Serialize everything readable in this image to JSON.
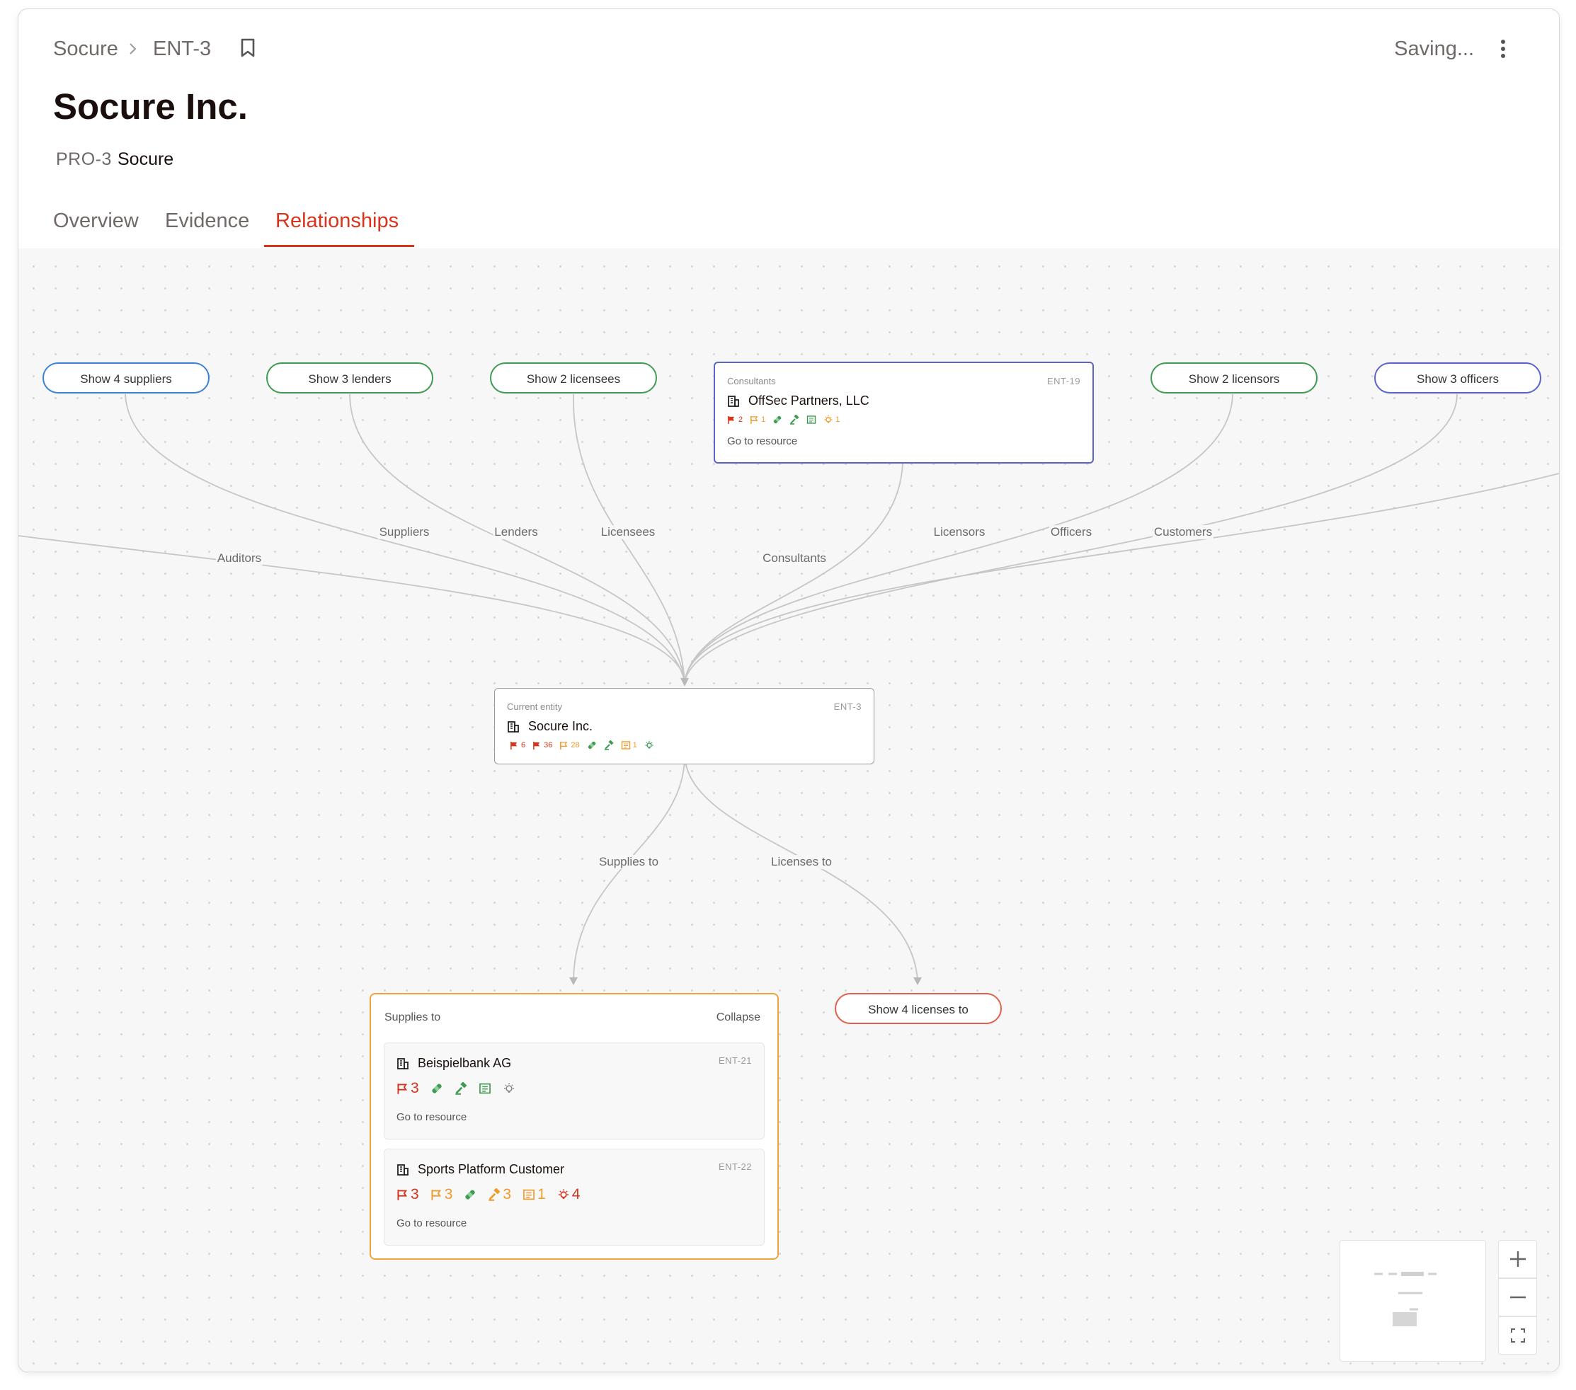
{
  "breadcrumb": {
    "root": "Socure",
    "current": "ENT-3"
  },
  "status": "Saving...",
  "entity": {
    "title": "Socure Inc.",
    "product_key": "PRO-3",
    "product_name": "Socure"
  },
  "tabs": [
    {
      "label": "Overview",
      "active": false
    },
    {
      "label": "Evidence",
      "active": false
    },
    {
      "label": "Relationships",
      "active": true
    }
  ],
  "graph": {
    "expand_pills": {
      "suppliers": "Show 4 suppliers",
      "lenders": "Show 3 lenders",
      "licensees": "Show 2 licensees",
      "licensors": "Show 2 licensors",
      "officers": "Show 3 officers",
      "licenses_to": "Show 4 licenses to"
    },
    "edge_labels": {
      "auditors": "Auditors",
      "suppliers": "Suppliers",
      "lenders": "Lenders",
      "licensees": "Licensees",
      "consultants": "Consultants",
      "licensors": "Licensors",
      "officers": "Officers",
      "customers": "Customers",
      "supplies_to": "Supplies to",
      "licenses_to": "Licenses to"
    },
    "consultant_card": {
      "kicker": "Consultants",
      "id": "ENT-19",
      "name": "OffSec Partners, LLC",
      "counts": {
        "red_flags": "2",
        "orange_flags": "1",
        "ideas": "1"
      },
      "link": "Go to resource"
    },
    "current_card": {
      "kicker": "Current entity",
      "id": "ENT-3",
      "name": "Socure Inc.",
      "counts": {
        "red_flags": "6",
        "red_flags_2": "36",
        "orange_flags": "28",
        "documents": "1"
      }
    },
    "supplies_group": {
      "title": "Supplies to",
      "collapse_label": "Collapse",
      "items": [
        {
          "name": "Beispielbank AG",
          "id": "ENT-21",
          "red_flags": "3",
          "link": "Go to resource"
        },
        {
          "name": "Sports Platform Customer",
          "id": "ENT-22",
          "red_flags": "3",
          "orange_flags": "3",
          "hammers": "3",
          "documents": "1",
          "ideas": "4",
          "link": "Go to resource"
        }
      ]
    }
  },
  "colors": {
    "accent": "#d9341b",
    "blue_pill": "#3b82d6",
    "green_pill": "#3f9a52",
    "indigo_pill": "#5a63c9",
    "red_pill": "#e0604d",
    "orange_group": "#f1a33b"
  }
}
